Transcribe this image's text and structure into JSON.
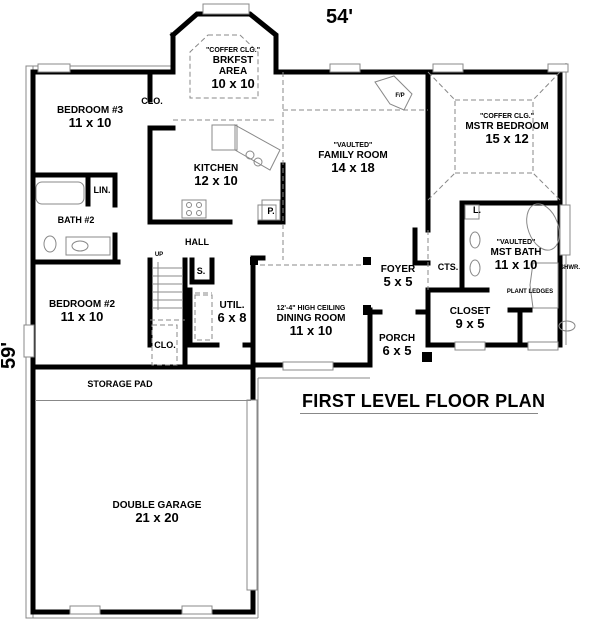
{
  "plan": {
    "title": "FIRST LEVEL FLOOR PLAN",
    "width_dim": "54'",
    "depth_dim": "59'",
    "colors": {
      "wall": "#000000",
      "line": "#888888",
      "background": "#ffffff"
    }
  },
  "rooms": {
    "brkfst": {
      "note": "\"COFFER CLG.\"",
      "name1": "BRKFST",
      "name2": "AREA",
      "dim": "10 x 10"
    },
    "bedroom3": {
      "name": "BEDROOM #3",
      "dim": "11 x 10"
    },
    "clo1": {
      "name": "CLO."
    },
    "kitchen": {
      "name": "KITCHEN",
      "dim": "12 x 10"
    },
    "lin": {
      "name": "LIN."
    },
    "pantry": {
      "name": "P."
    },
    "bath2": {
      "name": "BATH #2"
    },
    "hall": {
      "name": "HALL"
    },
    "up": {
      "name": "UP"
    },
    "s": {
      "name": "S."
    },
    "family": {
      "note": "\"VAULTED\"",
      "name": "FAMILY ROOM",
      "dim": "14 x 18"
    },
    "fp": {
      "name": "F/P"
    },
    "master": {
      "note": "\"COFFER CLG.\"",
      "name": "MSTR BEDROOM",
      "dim": "15 x 12"
    },
    "l": {
      "name": "L."
    },
    "mstbath": {
      "note": "\"VAULTED\"",
      "name": "MST BATH",
      "dim": "11 x 10"
    },
    "shwr": {
      "name": "SHWR."
    },
    "plant": {
      "name": "PLANT LEDGES"
    },
    "cts": {
      "name": "CTS."
    },
    "foyer": {
      "name": "FOYER",
      "dim": "5 x 5"
    },
    "closet": {
      "name": "CLOSET",
      "dim": "9 x 5"
    },
    "bedroom2": {
      "name": "BEDROOM #2",
      "dim": "11 x 10"
    },
    "clo2": {
      "name": "CLO."
    },
    "util": {
      "name": "UTIL.",
      "dim": "6 x 8"
    },
    "dining": {
      "note": "12'-4\" HIGH CEILING",
      "name": "DINING ROOM",
      "dim": "11 x 10"
    },
    "porch": {
      "name": "PORCH",
      "dim": "6 x 5"
    },
    "storage": {
      "name": "STORAGE PAD"
    },
    "garage": {
      "name": "DOUBLE GARAGE",
      "dim": "21 x 20"
    }
  }
}
